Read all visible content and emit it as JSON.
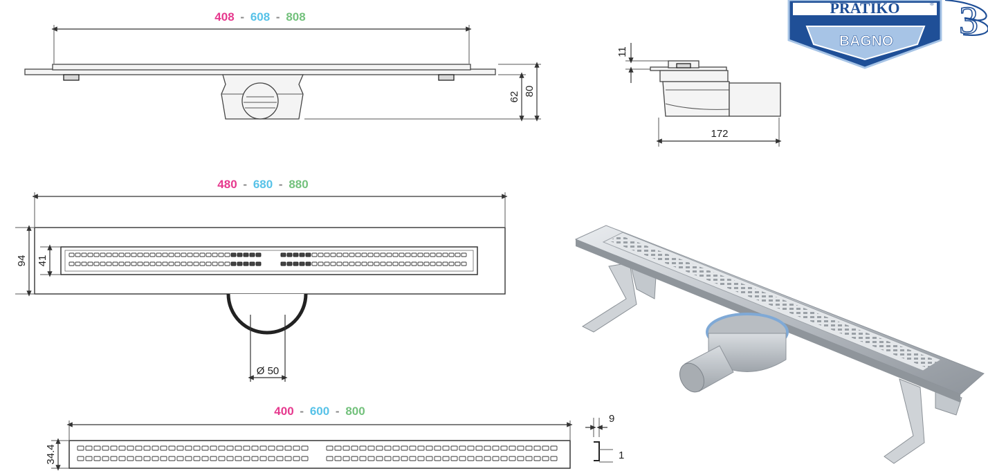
{
  "brand": {
    "name": "PRATIKO",
    "sub": "BAGNO",
    "number": "3",
    "registered": "®",
    "colors": {
      "blue": "#1f4f97",
      "light_blue": "#a7c4e6",
      "white": "#ffffff"
    }
  },
  "colors": {
    "first": "#e6398e",
    "second": "#57c2e8",
    "third": "#73c17c"
  },
  "top_view": {
    "length_1": "408",
    "length_2": "608",
    "length_3": "808",
    "separator": "-",
    "height_inner": "62",
    "height_total": "80"
  },
  "side_view": {
    "thickness": "11",
    "length": "172"
  },
  "plan_view": {
    "length_1": "480",
    "length_2": "680",
    "length_3": "880",
    "separator": "-",
    "width": "94",
    "grate_width": "41",
    "outlet_diameter": "Ø 50"
  },
  "grate_view": {
    "length_1": "400",
    "length_2": "600",
    "length_3": "800",
    "separator": "-",
    "width": "34.4",
    "flange": "9",
    "thickness": "1"
  },
  "product_render": {
    "icon": "linear-shower-drain-3d"
  }
}
